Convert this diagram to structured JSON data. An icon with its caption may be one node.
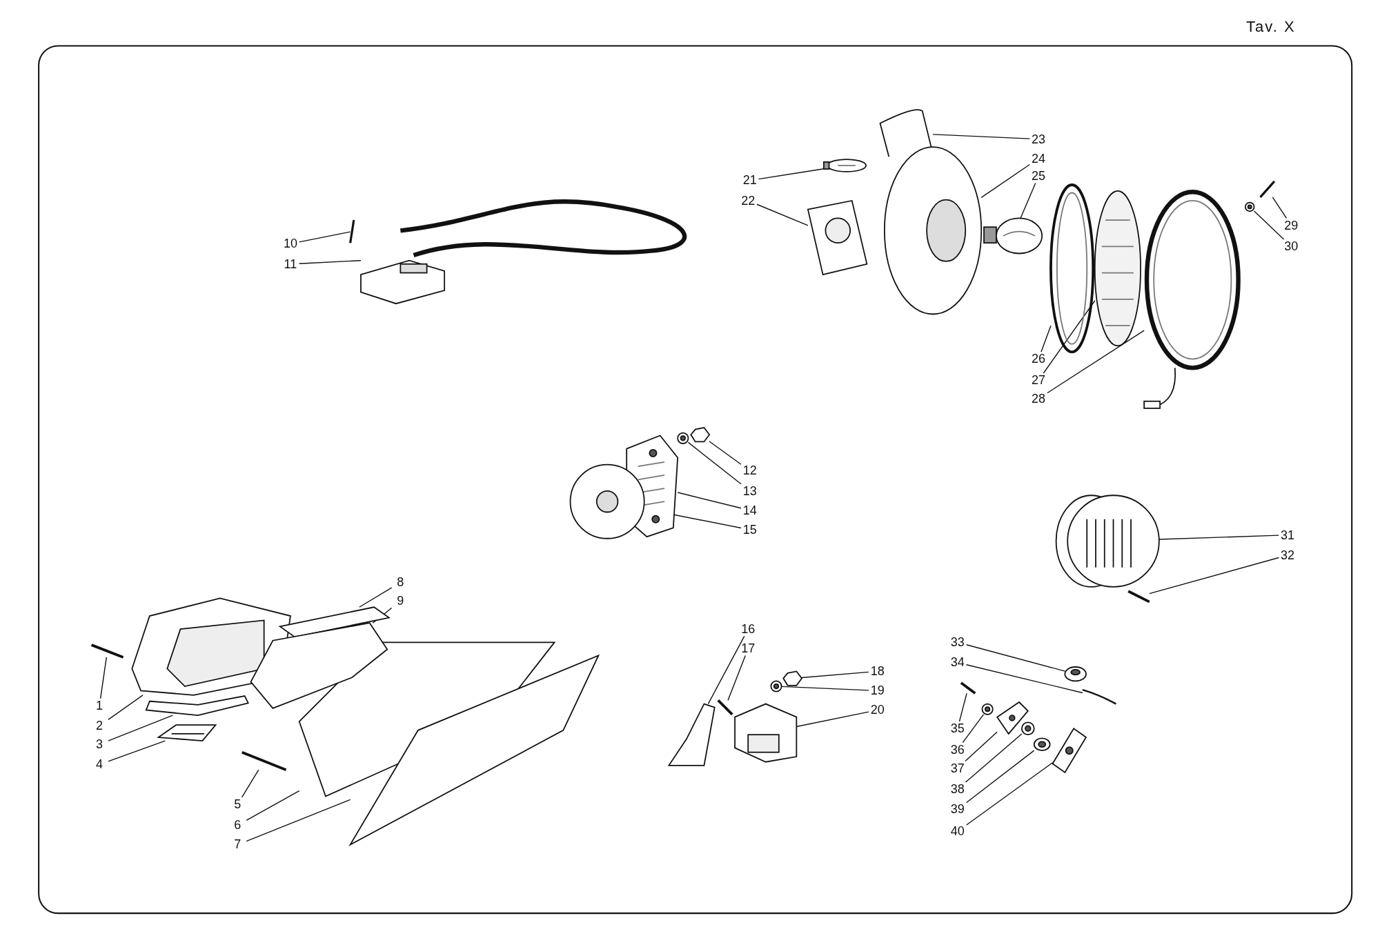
{
  "diagram": {
    "nodes": [
      {
        "text": [
          "1"
        ]
      },
      {
        "text": [
          "2"
        ]
      },
      {
        "text": [
          "3"
        ]
      },
      {
        "text": [
          "4"
        ]
      },
      {
        "text": [
          "5"
        ]
      },
      {
        "text": [
          "6"
        ]
      },
      {
        "text": [
          "7"
        ]
      },
      {
        "text": [
          "8"
        ]
      },
      {
        "text": [
          "9"
        ]
      },
      {
        "text": [
          "10"
        ]
      },
      {
        "text": [
          "11"
        ]
      },
      {
        "text": [
          "12"
        ]
      },
      {
        "text": [
          "13"
        ]
      },
      {
        "text": [
          "14"
        ]
      },
      {
        "text": [
          "15"
        ]
      },
      {
        "text": [
          "16"
        ]
      },
      {
        "text": [
          "17"
        ]
      },
      {
        "text": [
          "18"
        ]
      },
      {
        "text": [
          "19"
        ]
      },
      {
        "text": [
          "20"
        ]
      },
      {
        "text": [
          "21"
        ]
      },
      {
        "text": [
          "22"
        ]
      },
      {
        "text": [
          "23"
        ]
      },
      {
        "text": [
          "24"
        ]
      },
      {
        "text": [
          "25"
        ]
      },
      {
        "text": [
          "26"
        ]
      },
      {
        "text": [
          "27"
        ]
      },
      {
        "text": [
          "28"
        ]
      },
      {
        "text": [
          "29"
        ]
      },
      {
        "text": [
          "30"
        ]
      },
      {
        "text": [
          "31"
        ]
      },
      {
        "text": [
          "32"
        ]
      },
      {
        "text": [
          "33"
        ]
      },
      {
        "text": [
          "34"
        ]
      },
      {
        "text": [
          "35"
        ]
      },
      {
        "text": [
          "36"
        ]
      },
      {
        "text": [
          "37"
        ]
      },
      {
        "text": [
          "38"
        ]
      },
      {
        "text": [
          "39"
        ]
      },
      {
        "text": [
          "40"
        ]
      },
      {
        "text": [],
        "shape": "picture"
      },
      {
        "text": [],
        "shape": "picture"
      },
      {
        "text": [],
        "shape": "picture"
      },
      {
        "text": [],
        "shape": "picture"
      },
      {
        "text": [],
        "shape": "picture"
      },
      {
        "text": [],
        "shape": "picture"
      },
      {
        "text": [],
        "shape": "picture"
      },
      {
        "text": [],
        "shape": "picture"
      },
      {
        "text": [],
        "shape": "picture"
      },
      {
        "text": [],
        "shape": "picture"
      },
      {
        "text": [],
        "shape": "picture"
      },
      {
        "text": [],
        "shape": "picture"
      },
      {
        "text": [],
        "shape": "picture"
      },
      {
        "text": [],
        "shape": "picture"
      },
      {
        "text": [],
        "shape": "picture"
      },
      {
        "text": [],
        "shape": "picture"
      },
      {
        "text": [],
        "shape": "picture"
      },
      {
        "text": [],
        "shape": "picture"
      },
      {
        "text": [],
        "shape": "picture"
      },
      {
        "text": [],
        "shape": "picture"
      },
      {
        "text": [],
        "shape": "picture"
      },
      {
        "text": [],
        "shape": "picture"
      },
      {
        "text": [],
        "shape": "picture"
      },
      {
        "text": [],
        "shape": "picture"
      },
      {
        "text": [],
        "shape": "picture"
      },
      {
        "text": [],
        "shape": "picture"
      },
      {
        "text": [],
        "shape": "picture"
      },
      {
        "text": [],
        "shape": "picture"
      },
      {
        "text": [],
        "shape": "picture"
      },
      {
        "text": [],
        "shape": "picture"
      },
      {
        "text": [],
        "shape": "picture"
      },
      {
        "text": [],
        "shape": "picture"
      },
      {
        "text": [],
        "shape": "picture"
      },
      {
        "text": [],
        "shape": "picture"
      },
      {
        "text": [],
        "shape": "picture"
      },
      {
        "text": [],
        "shape": "picture"
      },
      {
        "text": [],
        "shape": "picture"
      },
      {
        "text": [],
        "shape": "picture"
      },
      {
        "text": [],
        "shape": "picture"
      },
      {
        "text": [],
        "shape": "picture"
      }
    ],
    "edges": [
      {
        "from": 0,
        "to": 40,
        "arrow": "none"
      },
      {
        "from": 1,
        "to": 41,
        "arrow": "none"
      },
      {
        "from": 2,
        "to": 42,
        "arrow": "none"
      },
      {
        "from": 3,
        "to": 43,
        "arrow": "none"
      },
      {
        "from": 4,
        "to": 44,
        "arrow": "none"
      },
      {
        "from": 5,
        "to": 45,
        "arrow": "none"
      },
      {
        "from": 6,
        "to": 46,
        "arrow": "none"
      },
      {
        "from": 7,
        "to": 47,
        "arrow": "none"
      },
      {
        "from": 8,
        "to": 48,
        "arrow": "none"
      },
      {
        "from": 9,
        "to": 49,
        "arrow": "none"
      },
      {
        "from": 10,
        "to": 50,
        "arrow": "none"
      },
      {
        "from": 11,
        "to": 51,
        "arrow": "none"
      },
      {
        "from": 12,
        "to": 52,
        "arrow": "none"
      },
      {
        "from": 13,
        "to": 53,
        "arrow": "none"
      },
      {
        "from": 14,
        "to": 54,
        "arrow": "none"
      },
      {
        "from": 15,
        "to": 55,
        "arrow": "none"
      },
      {
        "from": 16,
        "to": 56,
        "arrow": "none"
      },
      {
        "from": 17,
        "to": 57,
        "arrow": "none"
      },
      {
        "from": 18,
        "to": 58,
        "arrow": "none"
      },
      {
        "from": 19,
        "to": 59,
        "arrow": "none"
      },
      {
        "from": 20,
        "to": 60,
        "arrow": "none"
      },
      {
        "from": 21,
        "to": 61,
        "arrow": "none"
      },
      {
        "from": 22,
        "to": 62,
        "arrow": "none"
      },
      {
        "from": 23,
        "to": 63,
        "arrow": "none"
      },
      {
        "from": 24,
        "to": 64,
        "arrow": "none"
      },
      {
        "from": 25,
        "to": 65,
        "arrow": "none"
      },
      {
        "from": 26,
        "to": 66,
        "arrow": "none"
      },
      {
        "from": 27,
        "to": 67,
        "arrow": "none"
      },
      {
        "from": 28,
        "to": 68,
        "arrow": "none"
      },
      {
        "from": 29,
        "to": 69,
        "arrow": "none"
      },
      {
        "from": 30,
        "to": 70,
        "arrow": "none"
      },
      {
        "from": 31,
        "to": 71,
        "arrow": "none"
      },
      {
        "from": 32,
        "to": 72,
        "arrow": "none"
      },
      {
        "from": 33,
        "to": 73,
        "arrow": "none"
      },
      {
        "from": 34,
        "to": 74,
        "arrow": "none"
      },
      {
        "from": 35,
        "to": 75,
        "arrow": "none"
      },
      {
        "from": 36,
        "to": 76,
        "arrow": "none"
      },
      {
        "from": 37,
        "to": 77,
        "arrow": "none"
      },
      {
        "from": 38,
        "to": 78,
        "arrow": "none"
      },
      {
        "from": 39,
        "to": 79,
        "arrow": "none"
      }
    ],
    "labels": [
      "Tav. X"
    ]
  }
}
